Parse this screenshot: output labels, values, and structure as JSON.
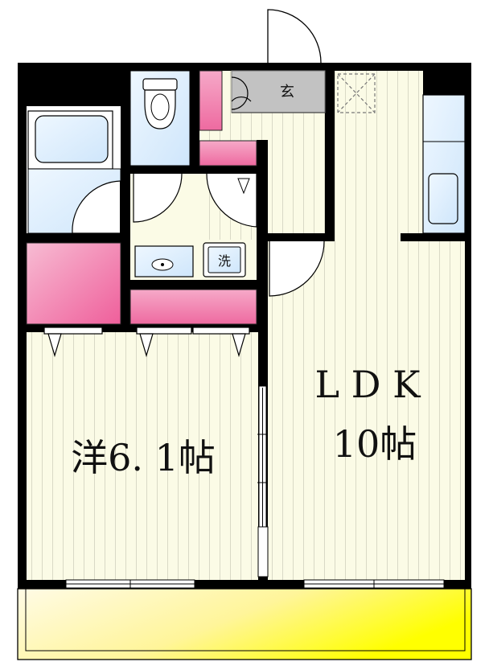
{
  "rooms": {
    "western": {
      "label": "洋6. 1帖"
    },
    "ldk": {
      "label_line1": "L D K",
      "label_line2": "10帖"
    },
    "entrance": {
      "label": "玄"
    },
    "washer": {
      "label": "洗"
    }
  },
  "colors": {
    "wall": "#000000",
    "floor": "#fbfbe6",
    "floor_line": "#d6d6c4",
    "storage": "#f07aa9",
    "bath": "#d9ecfb",
    "entrance_tile": "#bdbdbd",
    "balcony_start": "#fffbe0",
    "balcony_end": "#ffff00"
  },
  "icons": {
    "bathtub": "bathtub-icon",
    "toilet": "toilet-icon",
    "sink": "sink-icon",
    "kitchen": "kitchen-sink-icon"
  }
}
